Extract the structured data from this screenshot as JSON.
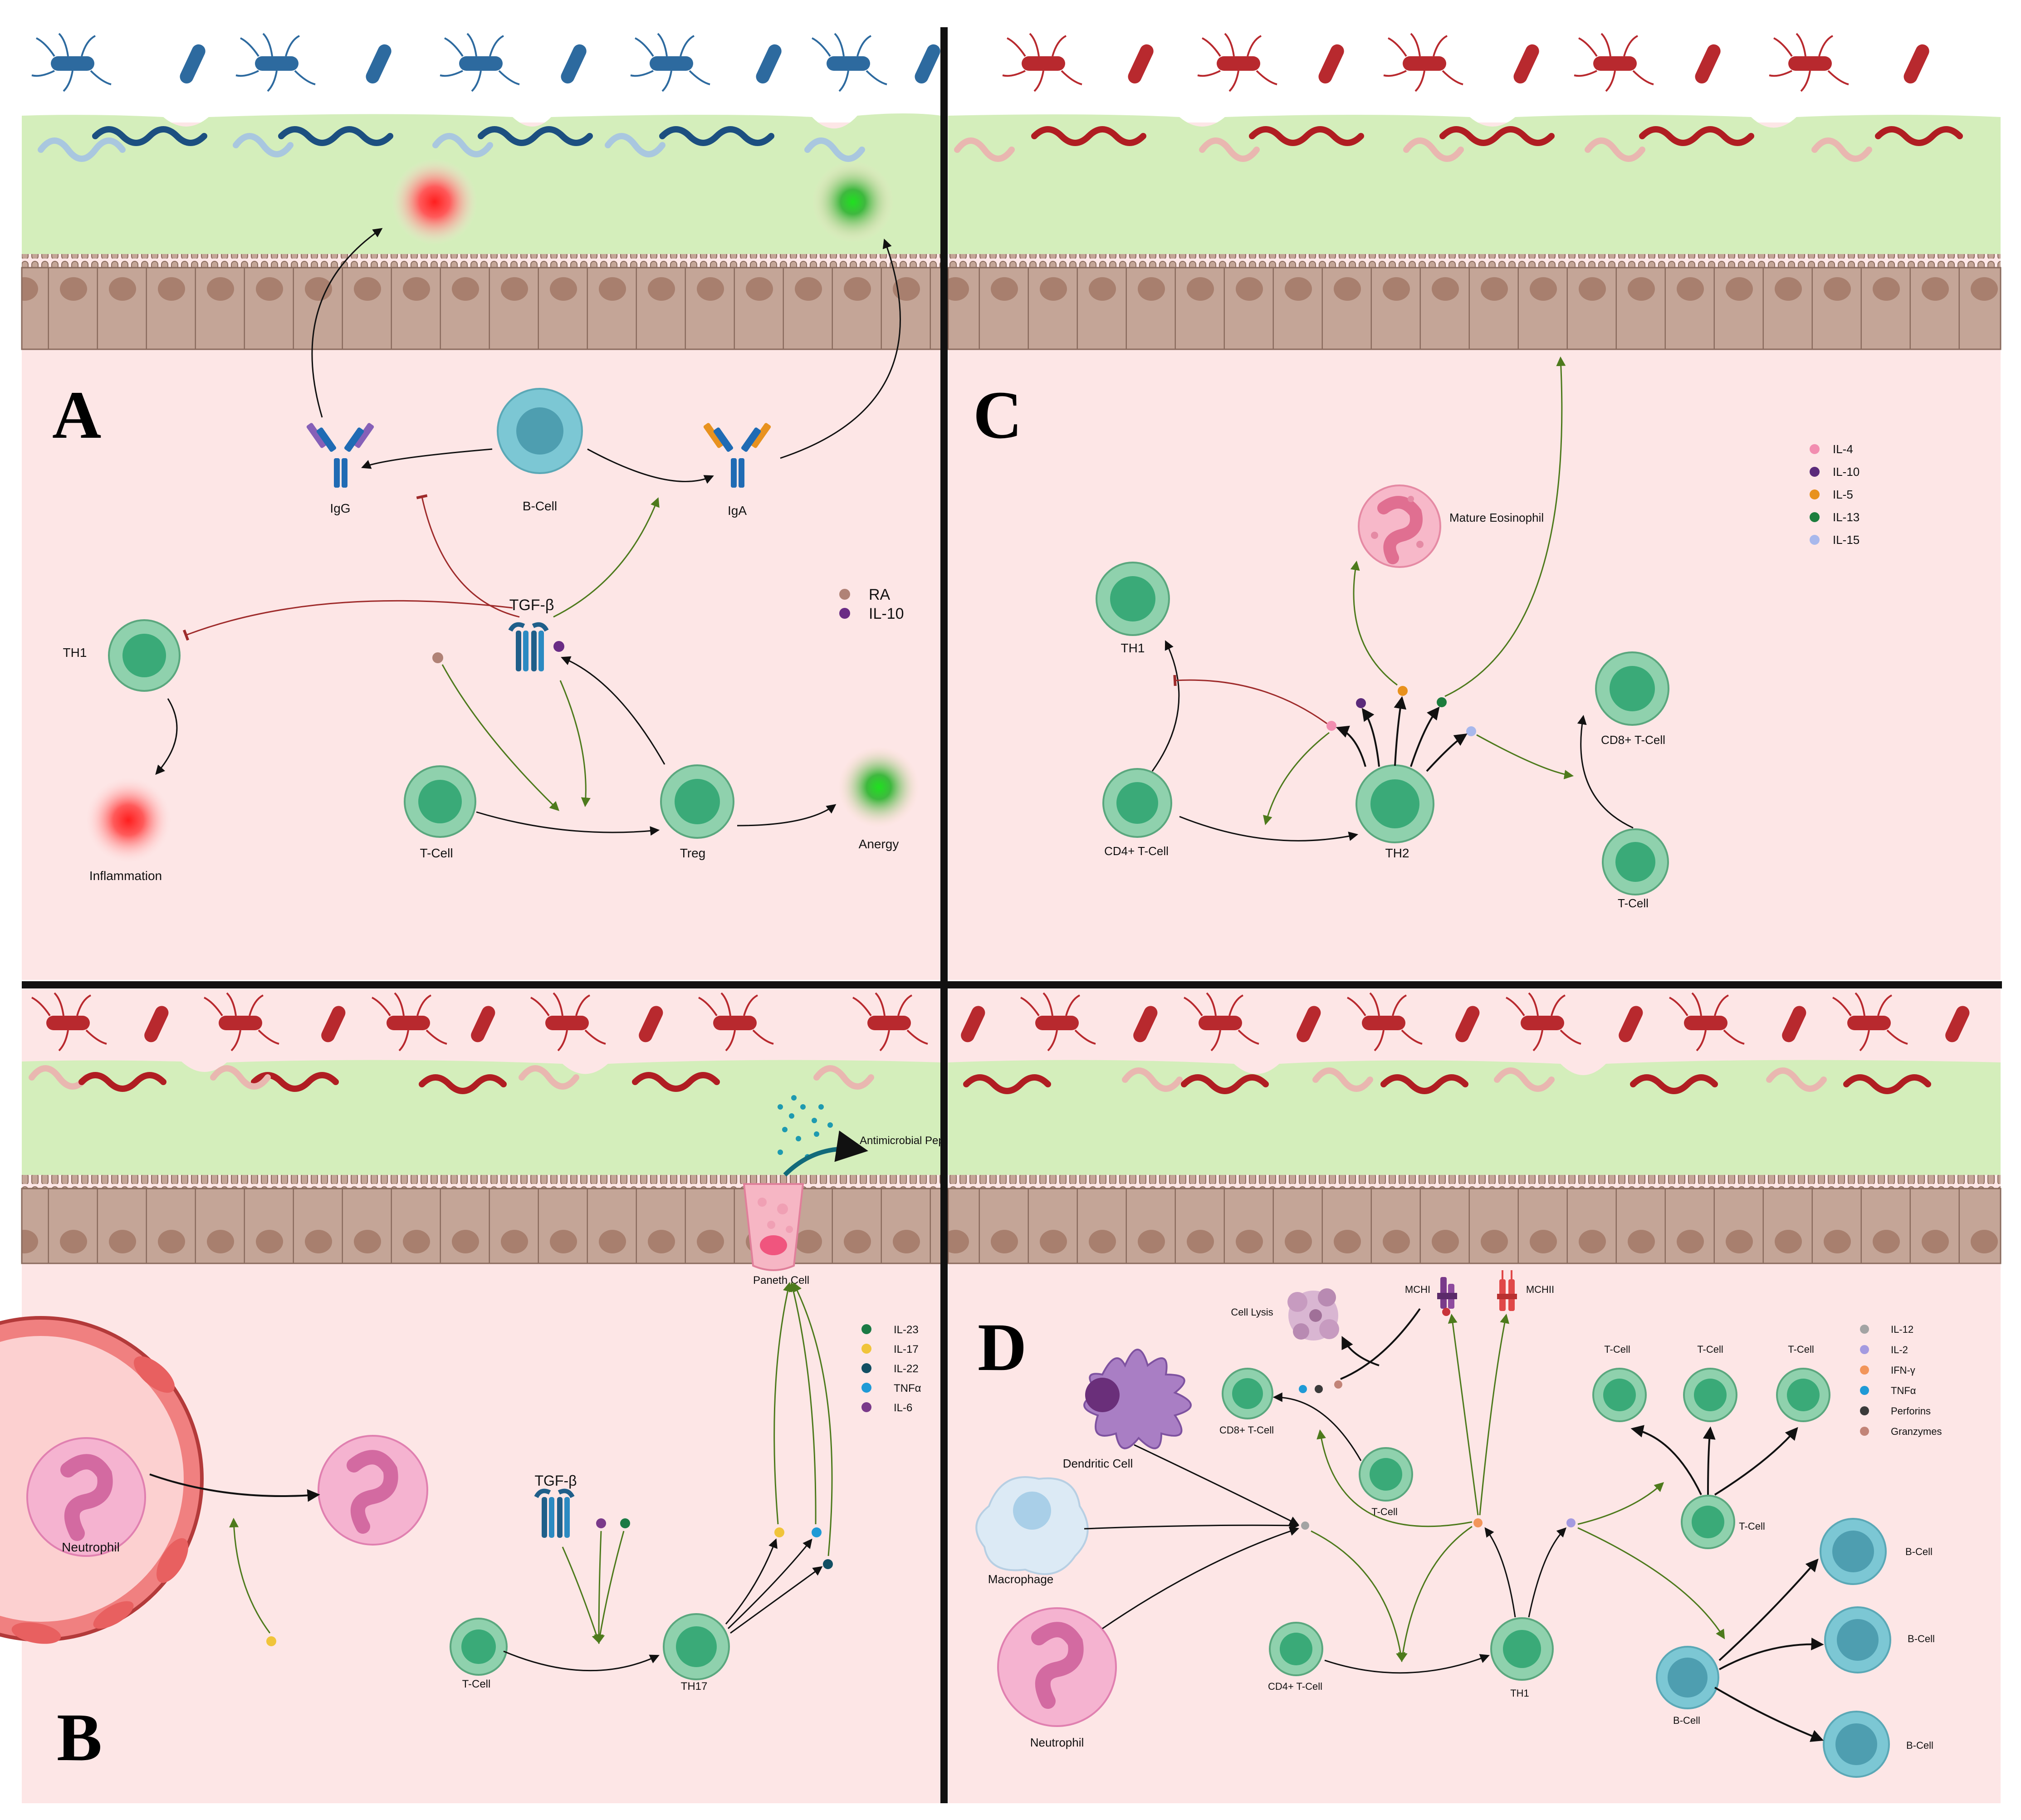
{
  "colors": {
    "blue_bacteria": "#2d6a9f",
    "red_bacteria": "#b8292e",
    "mucus": "#d4eebb",
    "epithelium": "#c4a597",
    "lamina": "#fde6e6",
    "green_arrow": "#4d7a1c",
    "red_inhibit": "#9e2b2b",
    "tcell": "#8fd1ad",
    "bcell": "#7cc7d4"
  },
  "panels": {
    "a": {
      "letter": "A",
      "cells": {
        "bcell": "B-Cell",
        "tcell": "T-Cell",
        "treg": "Treg",
        "th1": "TH1"
      },
      "antibodies": {
        "igg": "IgG",
        "iga": "IgA"
      },
      "receptor": "TGF-β",
      "outcomes": {
        "inflammation": "Inflammation",
        "anergy": "Anergy"
      },
      "legend": [
        {
          "label": "RA",
          "color": "#b08276"
        },
        {
          "label": "IL-10",
          "color": "#6a2c85"
        }
      ]
    },
    "b": {
      "letter": "B",
      "cells": {
        "neutrophil": "Neutrophil",
        "tcell": "T-Cell",
        "th17": "TH17",
        "paneth": "Paneth Cell"
      },
      "receptor": "TGF-β",
      "peptides": "Antimicrobial Peptides",
      "legend": [
        {
          "label": "IL-23",
          "color": "#1b7a45"
        },
        {
          "label": "IL-17",
          "color": "#f0c43a"
        },
        {
          "label": "IL-22",
          "color": "#124f63"
        },
        {
          "label": "TNFα",
          "color": "#1f9ad6"
        },
        {
          "label": "IL-6",
          "color": "#7a3a8a"
        }
      ]
    },
    "c": {
      "letter": "C",
      "cells": {
        "th1": "TH1",
        "eosinophil": "Mature Eosinophil",
        "cd4": "CD4+ T-Cell",
        "th2": "TH2",
        "cd8": "CD8+ T-Cell",
        "tcell": "T-Cell"
      },
      "legend": [
        {
          "label": "IL-4",
          "color": "#f28db0"
        },
        {
          "label": "IL-10",
          "color": "#5b2a7a"
        },
        {
          "label": "IL-5",
          "color": "#e8911c"
        },
        {
          "label": "IL-13",
          "color": "#1c7d3d"
        },
        {
          "label": "IL-15",
          "color": "#a8b8ec"
        }
      ]
    },
    "d": {
      "letter": "D",
      "cells": {
        "dendritic": "Dendritic Cell",
        "macrophage": "Macrophage",
        "neutrophil": "Neutrophil",
        "cd8": "CD8+ T-Cell",
        "tcell": "T-Cell",
        "cd4": "CD4+ T-Cell",
        "th1": "TH1",
        "bcell": "B-Cell"
      },
      "lysis": "Cell Lysis",
      "mhc1": "MCHI",
      "mhc2": "MCHII",
      "legend": [
        {
          "label": "IL-12",
          "color": "#a3a3a3"
        },
        {
          "label": "IL-2",
          "color": "#a49ae0"
        },
        {
          "label": "IFN-γ",
          "color": "#f2955a"
        },
        {
          "label": "TNFα",
          "color": "#1f9ad6"
        },
        {
          "label": "Perforins",
          "color": "#3a3a3a"
        },
        {
          "label": "Granzymes",
          "color": "#c28478"
        }
      ]
    }
  }
}
